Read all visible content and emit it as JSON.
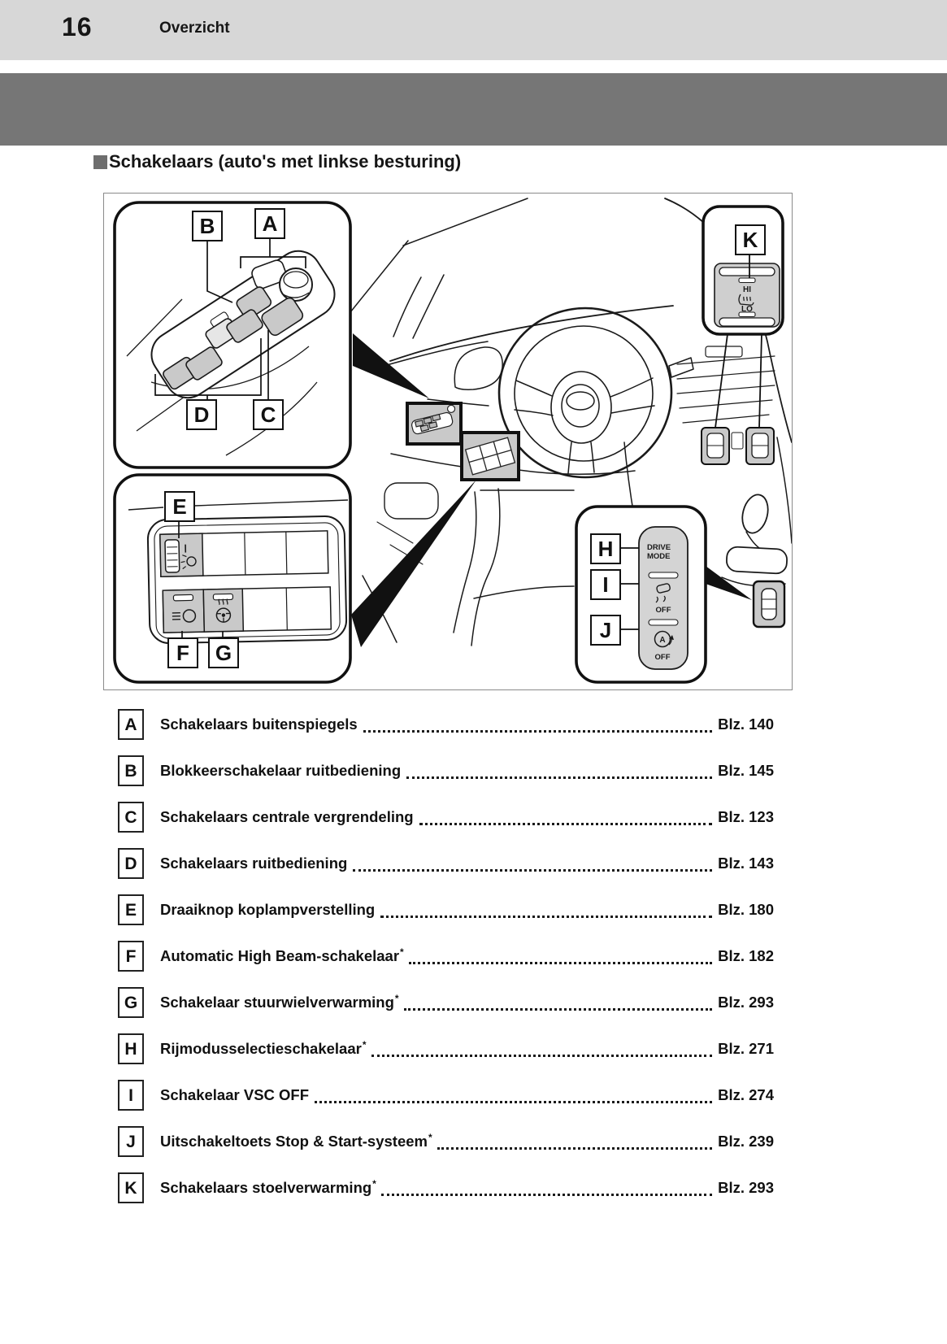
{
  "page": {
    "number": "16",
    "section": "Overzicht"
  },
  "title": {
    "text": "Schakelaars (auto's met linkse besturing)"
  },
  "colors": {
    "header_bg": "#d7d7d7",
    "dark_band": "#767676",
    "switch_gray": "#c9c9c9",
    "line_art": "#1a1a1a"
  },
  "diagram": {
    "labels": {
      "a": "A",
      "b": "B",
      "c": "C",
      "d": "D",
      "e": "E",
      "f": "F",
      "g": "G",
      "h": "H",
      "i": "I",
      "j": "J",
      "k": "K"
    },
    "seat_switch": {
      "hi": "HI",
      "lo": "LO"
    },
    "mode_panel": {
      "line1": "DRIVE",
      "line2": "MODE",
      "vsc_off": "OFF",
      "ss_off": "OFF",
      "ss_a": "A"
    },
    "ahb_a": "A"
  },
  "toc": {
    "items": [
      {
        "label": "A",
        "text": "Schakelaars buitenspiegels",
        "star": "",
        "page": "Blz. 140"
      },
      {
        "label": "B",
        "text": "Blokkeerschakelaar ruitbediening",
        "star": "",
        "page": "Blz. 145"
      },
      {
        "label": "C",
        "text": "Schakelaars centrale vergrendeling",
        "star": "",
        "page": "Blz. 123"
      },
      {
        "label": "D",
        "text": "Schakelaars ruitbediening",
        "star": "",
        "page": "Blz. 143"
      },
      {
        "label": "E",
        "text": "Draaiknop koplampverstelling",
        "star": "",
        "page": "Blz. 180"
      },
      {
        "label": "F",
        "text": "Automatic High Beam-schakelaar",
        "star": "*",
        "page": "Blz. 182"
      },
      {
        "label": "G",
        "text": "Schakelaar stuurwielverwarming",
        "star": "*",
        "page": "Blz. 293"
      },
      {
        "label": "H",
        "text": "Rijmodusselectieschakelaar",
        "star": "*",
        "page": "Blz. 271"
      },
      {
        "label": "I",
        "text": "Schakelaar VSC OFF",
        "star": "",
        "page": "Blz. 274"
      },
      {
        "label": "J",
        "text": "Uitschakeltoets Stop & Start-systeem",
        "star": "*",
        "page": "Blz. 239"
      },
      {
        "label": "K",
        "text": "Schakelaars stoelverwarming",
        "star": "*",
        "page": "Blz. 293"
      }
    ]
  }
}
